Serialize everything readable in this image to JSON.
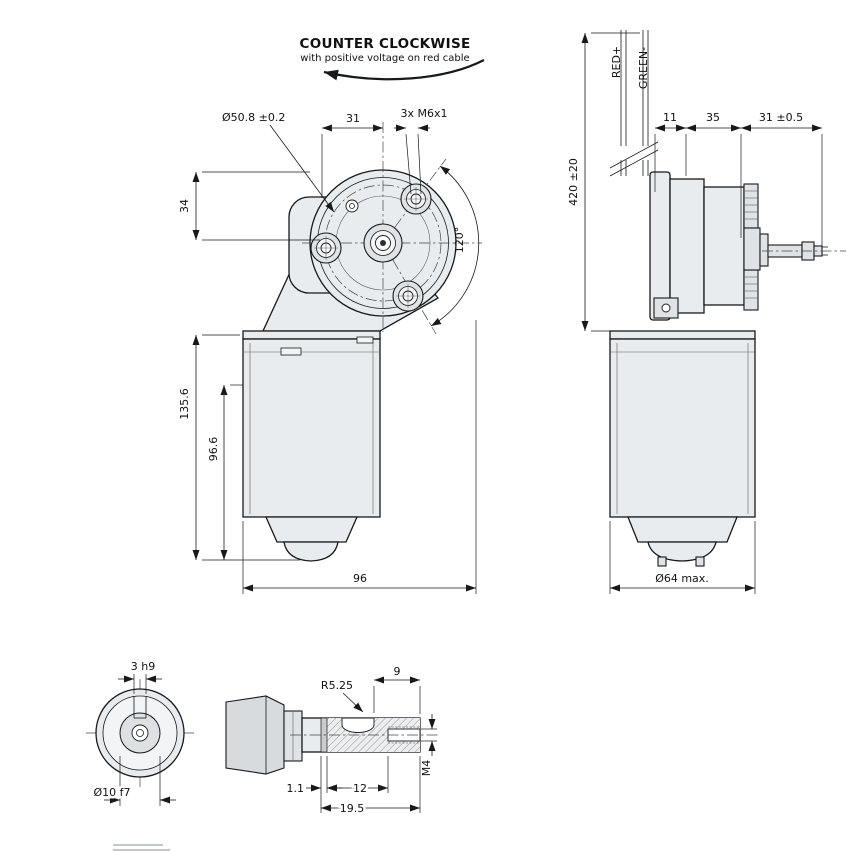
{
  "header": {
    "rotation_title": "COUNTER CLOCKWISE",
    "rotation_note": "with positive voltage on red cable"
  },
  "front_view": {
    "gear_cover_diameter": "Ø50.8 ±0.2",
    "boss_offset": "31",
    "mount_holes": "3x M6x1",
    "top_to_center": "34",
    "hole_angle": "120°",
    "overall_length": "135.6",
    "body_length": "96.6",
    "overall_width": "96"
  },
  "side_view": {
    "cable_red": "RED+",
    "cable_green": "GREEN-",
    "cable_length": "420 ±20",
    "dim_11": "11",
    "dim_35": "35",
    "shaft_length": "31 ±0.5",
    "body_diameter": "Ø64 max."
  },
  "shaft_end_view": {
    "key_width": "3 h9",
    "shaft_diameter": "Ø10 f7"
  },
  "shaft_detail": {
    "slot_radius": "R5.25",
    "thread_length": "9",
    "thread_size": "M4",
    "groove_width": "1.1",
    "groove_to_end": "12",
    "shaft_end_length": "19.5"
  }
}
